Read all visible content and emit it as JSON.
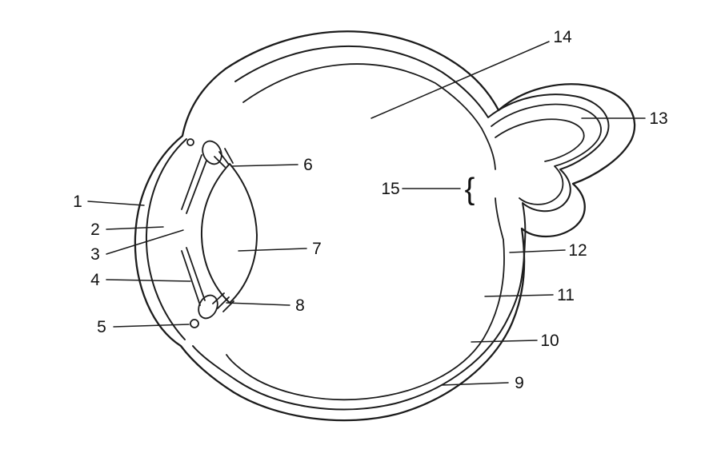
{
  "colors": {
    "line": "#1c1c1c",
    "label_text": "#111111",
    "background": "#ffffff"
  },
  "labels": [
    {
      "id": 1,
      "text": "1"
    },
    {
      "id": 2,
      "text": "2"
    },
    {
      "id": 3,
      "text": "3"
    },
    {
      "id": 4,
      "text": "4"
    },
    {
      "id": 5,
      "text": "5"
    },
    {
      "id": 6,
      "text": "6"
    },
    {
      "id": 7,
      "text": "7"
    },
    {
      "id": 8,
      "text": "8"
    },
    {
      "id": 9,
      "text": "9"
    },
    {
      "id": 10,
      "text": "10"
    },
    {
      "id": 11,
      "text": "11"
    },
    {
      "id": 12,
      "text": "12"
    },
    {
      "id": 13,
      "text": "13"
    },
    {
      "id": 14,
      "text": "14"
    },
    {
      "id": 15,
      "text": "15"
    }
  ],
  "optic_disc_brace": "{"
}
